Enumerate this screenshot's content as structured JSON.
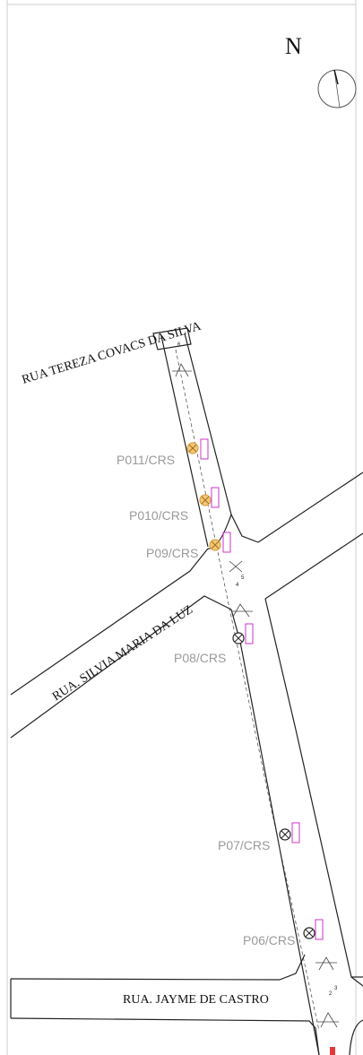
{
  "map": {
    "north_label": "N",
    "streets": {
      "tereza": "RUA TEREZA COVACS DA SILVA",
      "silvia": "RUA. SILVIA MARIA DA LUZ",
      "jayme": "RUA. JAYME DE CASTRO"
    },
    "poles": [
      {
        "label": "P011/CRS",
        "status": "existing-marked"
      },
      {
        "label": "P010/CRS",
        "status": "existing-marked"
      },
      {
        "label": "P09/CRS",
        "status": "existing-marked"
      },
      {
        "label": "P08/CRS",
        "status": "planned"
      },
      {
        "label": "P07/CRS",
        "status": "planned"
      },
      {
        "label": "P06/CRS",
        "status": "planned"
      }
    ],
    "span_numbers": [
      "6",
      "4",
      "5",
      "2",
      "3"
    ],
    "colors": {
      "street_line": "#222222",
      "pole_label": "#9a9a9a",
      "marked_pole": "#d9a441",
      "planned_pole": "#222222",
      "tag": "#cc33cc"
    }
  }
}
